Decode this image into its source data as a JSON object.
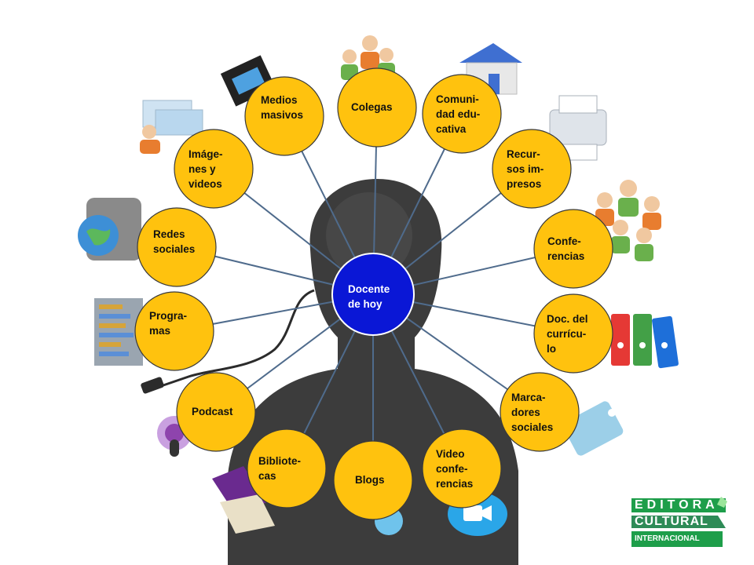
{
  "center": {
    "label": "Docente\nde hoy",
    "fill": "#0a17d6"
  },
  "node_fill": "#ffc20e",
  "nodes": [
    {
      "key": "medios",
      "label": "Medios\nmasivos"
    },
    {
      "key": "colegas",
      "label": "Colegas"
    },
    {
      "key": "comunidad",
      "label": "Comuni-\ndad edu-\ncativa"
    },
    {
      "key": "recursos",
      "label": "Recur-\nsos im-\npresos"
    },
    {
      "key": "conferencias",
      "label": "Confe-\nrencias"
    },
    {
      "key": "doc-curriculo",
      "label": "Doc. del\ncurrícu-\nlo"
    },
    {
      "key": "marcadores",
      "label": "Marca-\ndores\nsociales"
    },
    {
      "key": "videoconferencias",
      "label": "Video\nconfe-\nrencias"
    },
    {
      "key": "blogs",
      "label": "Blogs"
    },
    {
      "key": "bibliotecas",
      "label": "Bibliote-\ncas"
    },
    {
      "key": "podcast",
      "label": "Podcast"
    },
    {
      "key": "programas",
      "label": "Progra-\nmas"
    },
    {
      "key": "redes",
      "label": "Redes\nsociales"
    },
    {
      "key": "imagenes",
      "label": "Imáge-\nnes y\nvideos"
    }
  ],
  "logo": {
    "line1": "EDITORA",
    "line2": "CULTURAL",
    "line3": "INTERNACIONAL"
  }
}
